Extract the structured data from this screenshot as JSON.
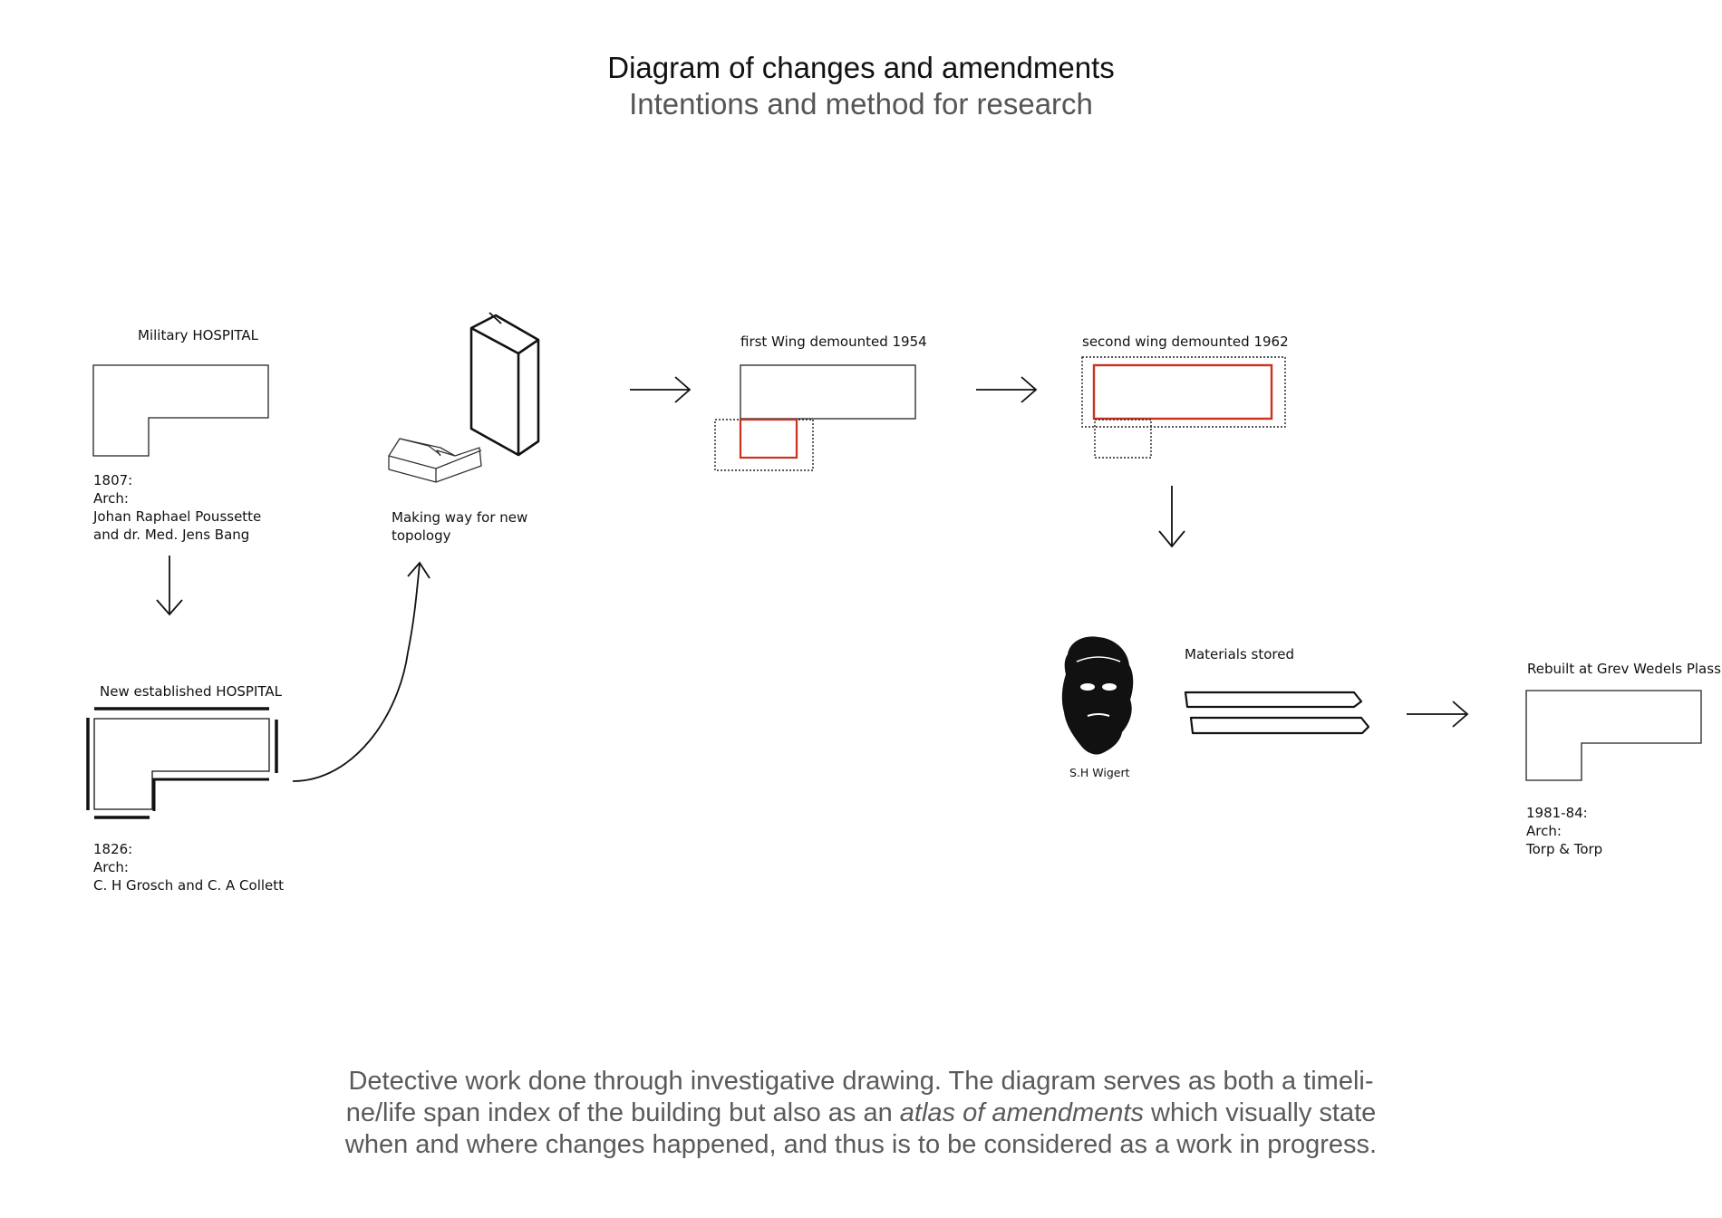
{
  "header": {
    "title": "Diagram of changes and amendments",
    "subtitle": "Intentions and method for research"
  },
  "nodes": {
    "military_hospital": {
      "title": "Military HOSPITAL",
      "lines": [
        "1807:",
        "Arch:",
        "Johan Raphael Poussette",
        "and dr. Med. Jens Bang"
      ]
    },
    "new_hospital": {
      "title": "New established HOSPITAL",
      "lines": [
        "1826:",
        "Arch:",
        "C. H Grosch and C. A Collett"
      ]
    },
    "new_topology": {
      "lines": [
        "Making way for new",
        "topology"
      ]
    },
    "first_wing": {
      "title": "first Wing demounted  1954"
    },
    "second_wing": {
      "title": "second wing demounted  1962"
    },
    "portrait": {
      "name": "S.H Wigert"
    },
    "materials": {
      "title": "Materials stored"
    },
    "rebuilt": {
      "title": "Rebuilt at Grev Wedels Plass",
      "lines": [
        "1981-84:",
        "Arch:",
        "Torp & Torp"
      ]
    }
  },
  "caption": {
    "part1": "Detective work done through investigative drawing. The diagram serves as both a timeli-",
    "part2_before": "ne/life span index of the building but also as an ",
    "part2_italic": "atlas of amendments",
    "part2_after": " which visually state",
    "part3": "when and where changes happened, and thus is to be considered as a work in progress."
  },
  "colors": {
    "highlight": "#c9321f",
    "line": "#1a1a1a"
  }
}
